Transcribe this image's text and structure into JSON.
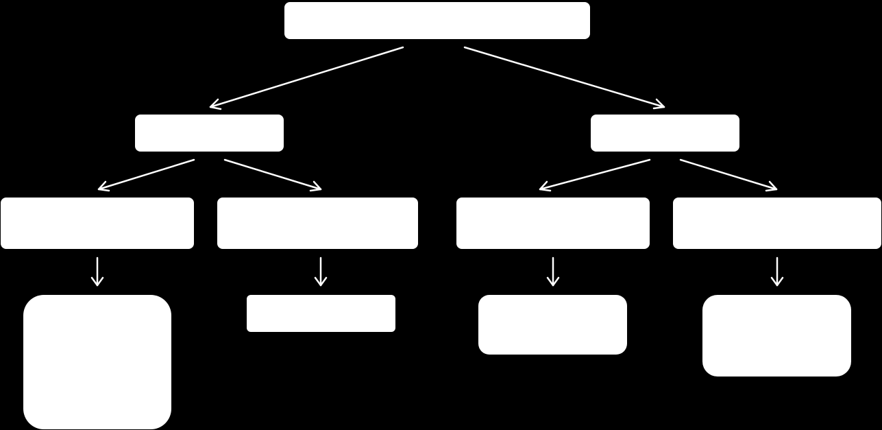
{
  "diagram": {
    "type": "tree",
    "background_color": "#000000",
    "node_color": "#ffffff",
    "edge_color": "#ffffff",
    "nodes": {
      "root": {
        "label": ""
      },
      "branch_left": {
        "label": ""
      },
      "branch_right": {
        "label": ""
      },
      "mid_1": {
        "label": ""
      },
      "mid_2": {
        "label": ""
      },
      "mid_3": {
        "label": ""
      },
      "mid_4": {
        "label": ""
      },
      "leaf_1": {
        "label": ""
      },
      "leaf_2": {
        "label": ""
      },
      "leaf_3": {
        "label": ""
      },
      "leaf_4": {
        "label": ""
      }
    },
    "edges": [
      {
        "from": "root",
        "to": "branch_left"
      },
      {
        "from": "root",
        "to": "branch_right"
      },
      {
        "from": "branch_left",
        "to": "mid_1"
      },
      {
        "from": "branch_left",
        "to": "mid_2"
      },
      {
        "from": "branch_right",
        "to": "mid_3"
      },
      {
        "from": "branch_right",
        "to": "mid_4"
      },
      {
        "from": "mid_1",
        "to": "leaf_1"
      },
      {
        "from": "mid_2",
        "to": "leaf_2"
      },
      {
        "from": "mid_3",
        "to": "leaf_3"
      },
      {
        "from": "mid_4",
        "to": "leaf_4"
      }
    ]
  }
}
